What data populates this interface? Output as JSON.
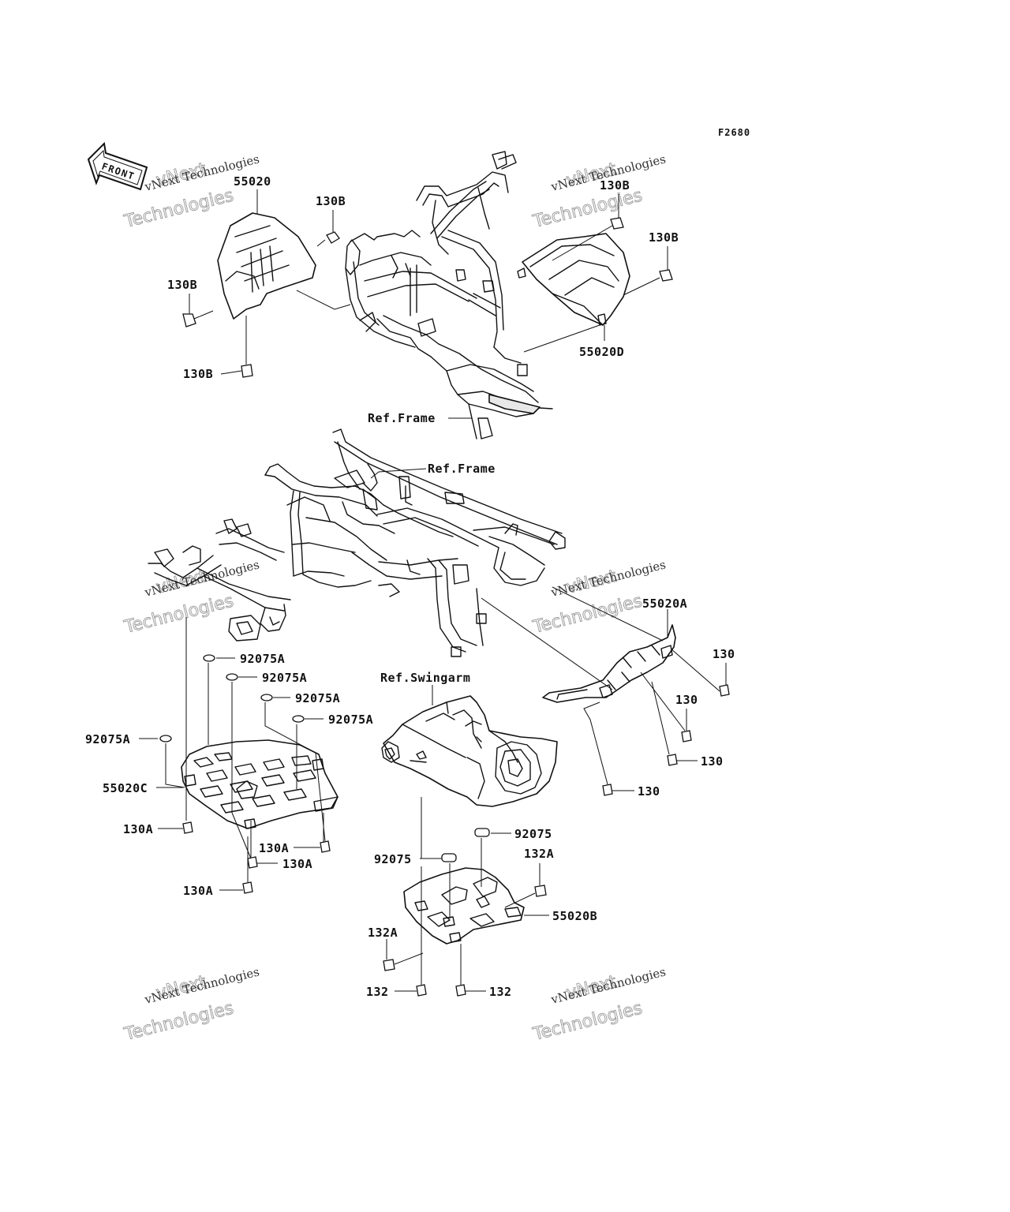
{
  "figure_code": "F2680",
  "front_label": "FRONT",
  "watermark": {
    "line1": "vNext Technologies",
    "line2": "vNext",
    "line3": "Technologies"
  },
  "labels": {
    "p55020": "55020",
    "p130B_top": "130B",
    "p130B_tr": "130B",
    "p130B_right": "130B",
    "p130B_left": "130B",
    "p130B_bottom": "130B",
    "p55020D": "55020D",
    "ref_frame_1": "Ref.Frame",
    "ref_frame_2": "Ref.Frame",
    "p55020A": "55020A",
    "p130_a": "130",
    "p130_b": "130",
    "p130_c": "130",
    "p130_d": "130",
    "ref_swingarm": "Ref.Swingarm",
    "p92075A_1": "92075A",
    "p92075A_2": "92075A",
    "p92075A_3": "92075A",
    "p92075A_4": "92075A",
    "p92075A_5": "92075A",
    "p55020C": "55020C",
    "p130A_1": "130A",
    "p130A_2": "130A",
    "p130A_3": "130A",
    "p130A_4": "130A",
    "p92075_1": "92075",
    "p92075_2": "92075",
    "p132A_1": "132A",
    "p132A_2": "132A",
    "p55020B": "55020B",
    "p132_1": "132",
    "p132_2": "132"
  }
}
